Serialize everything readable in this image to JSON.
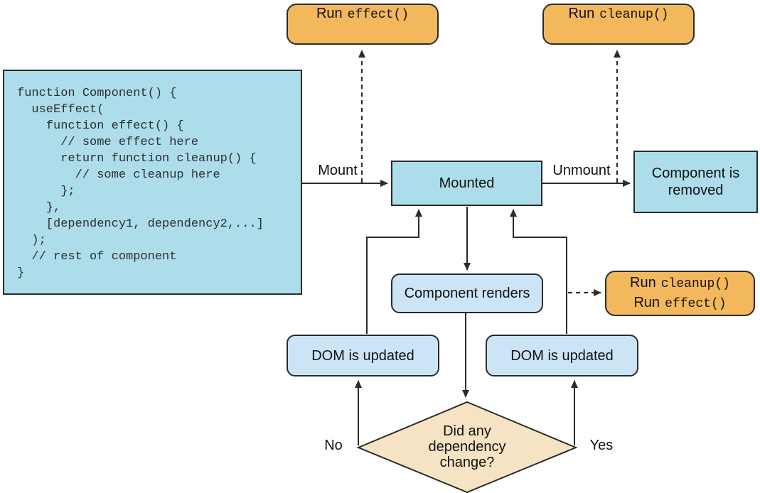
{
  "code_box": {
    "code": "function Component() {\n  useEffect(\n    function effect() {\n      // some effect here\n      return function cleanup() {\n        // some cleanup here\n      };\n    },\n    [dependency1, dependency2,...]\n  );\n  // rest of component\n}"
  },
  "nodes": {
    "run_effect": {
      "prefix": "Run",
      "code": "effect()"
    },
    "run_cleanup": {
      "prefix": "Run",
      "code": "cleanup()"
    },
    "run_cleanup_effect": {
      "lines": [
        {
          "prefix": "Run",
          "code": "cleanup()"
        },
        {
          "prefix": "Run",
          "code": "effect()"
        }
      ]
    },
    "mounted": "Mounted",
    "component_removed": "Component is removed",
    "component_renders": "Component renders",
    "dom_updated_left": "DOM is updated",
    "dom_updated_right": "DOM is updated",
    "decision": "Did any\ndependency\nchange?"
  },
  "edge_labels": {
    "mount": "Mount",
    "unmount": "Unmount",
    "no": "No",
    "yes": "Yes"
  },
  "colors": {
    "node_blue": "#ADDDEB",
    "node_light_blue": "#CBE5F6",
    "node_orange": "#F3B85C",
    "diamond_fill": "#F6E3C3",
    "line": "#2B2B2B"
  }
}
